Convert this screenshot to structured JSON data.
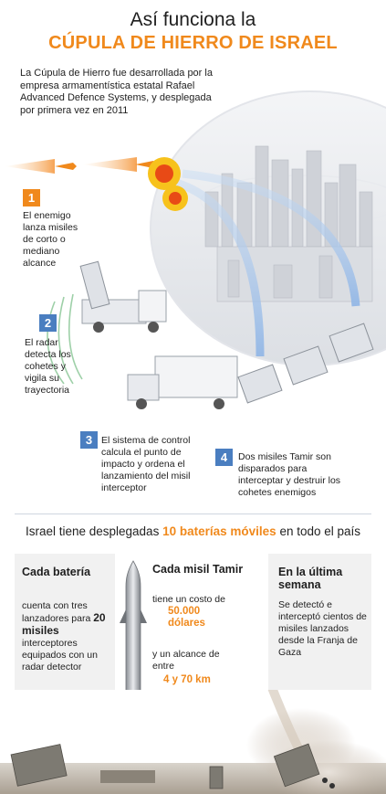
{
  "header": {
    "title_line1": "Así funciona la",
    "title_line2": "CÚPULA DE HIERRO DE ISRAEL"
  },
  "intro": "La Cúpula de Hierro fue desarrollada por la empresa armamentística estatal Rafael Advanced Defence Systems, y desplegada por primera vez en 2011",
  "steps": [
    {
      "number": "1",
      "text": "El enemigo lanza misiles de corto o mediano alcance"
    },
    {
      "number": "2",
      "text": "El radar detecta los cohetes y vigila su trayectoria"
    },
    {
      "number": "3",
      "text": "El sistema de control calcula el punto de impacto y ordena el lanzamiento del misil interceptor"
    },
    {
      "number": "4",
      "text": "Dos misiles Tamir son disparados para interceptar y destruir los cohetes enemigos"
    }
  ],
  "deployment": {
    "prefix": "Israel tiene desplegadas",
    "highlight": "10 baterías móviles",
    "suffix": "en todo el país"
  },
  "battery": {
    "heading": "Cada batería",
    "text_before": "cuenta con tres lanzadores para",
    "highlight": "20 misiles",
    "text_after": "interceptores equipados con un radar detector"
  },
  "tamir": {
    "heading": "Cada misil Tamir",
    "cost_label": "tiene un costo de",
    "cost_value": "50.000 dólares",
    "range_label": "y un alcance de entre",
    "range_value": "4 y 70 km"
  },
  "lastweek": {
    "heading": "En la última semana",
    "text": "Se detectó e interceptó cientos de misiles lanzados desde la Franja de Gaza"
  },
  "colors": {
    "accent": "#f0891c",
    "step_blue": "#4a7ec0",
    "panel": "#f1f1f1"
  }
}
